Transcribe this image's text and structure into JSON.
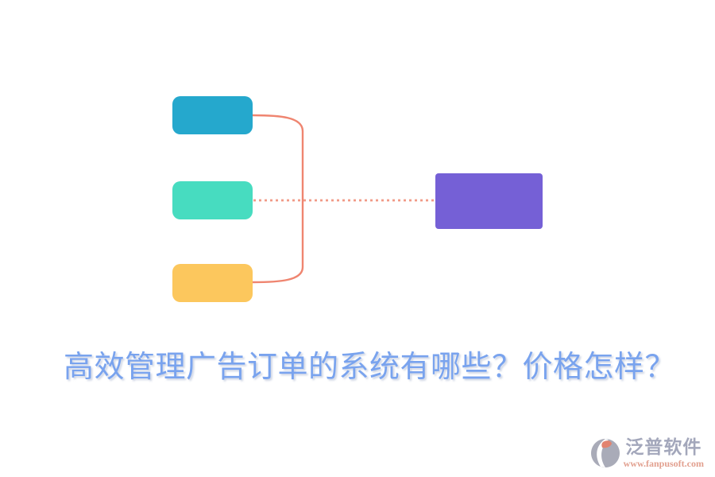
{
  "title": {
    "text": "高效管理广告订单的系统有哪些？价格怎样？",
    "color": "#79a3ee"
  },
  "diagram": {
    "nodes": [
      {
        "name": "node-top",
        "color": "#25a8cd"
      },
      {
        "name": "node-middle",
        "color": "#47dcc0"
      },
      {
        "name": "node-bottom",
        "color": "#fcc75d"
      },
      {
        "name": "node-right",
        "color": "#7560d6"
      }
    ],
    "connector_color": "#ef8570",
    "dotted_connector_color": "#f19a87"
  },
  "footer": {
    "brand": "泛普软件",
    "url": "www.fanpusoft.com",
    "brand_color": "#a3a7bb",
    "url_color": "#e2a08f",
    "logo_gray": "#a9abb8",
    "logo_accent": "#e2836f"
  }
}
